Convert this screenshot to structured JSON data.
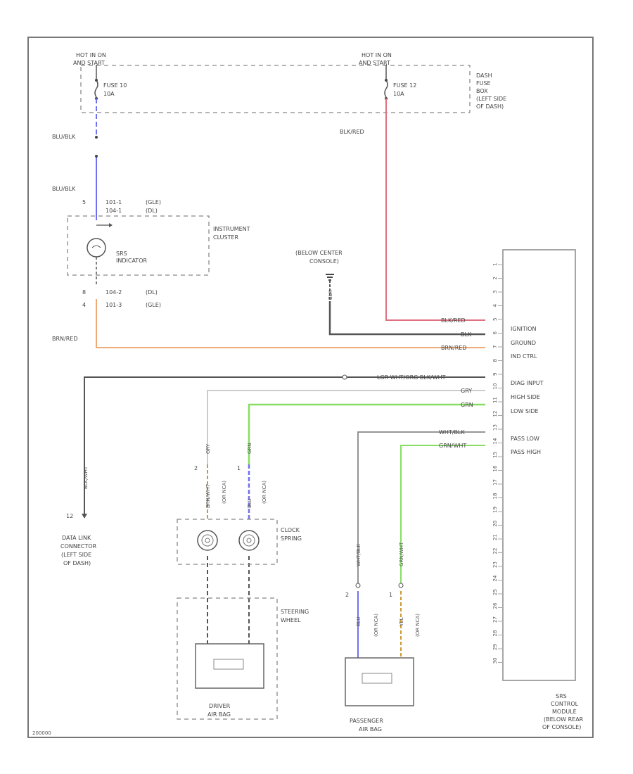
{
  "fuse_box": {
    "left_header_1": "HOT IN ON",
    "left_header_2": "AND START",
    "right_header_1": "HOT IN ON",
    "right_header_2": "AND START",
    "fuse_left_label": "FUSE 10",
    "fuse_left_amps": "10A",
    "fuse_right_label": "FUSE 12",
    "fuse_right_amps": "10A",
    "box_label": [
      "DASH",
      "FUSE",
      "BOX",
      "(LEFT SIDE",
      "OF DASH)"
    ]
  },
  "wires": {
    "blu_blk_1": "BLU/BLK",
    "blu_blk_2": "BLU/BLK",
    "blk_red": "BLK/RED",
    "brn_red": "BRN/RED"
  },
  "instrument_cluster": {
    "pin_top_1_num": "5",
    "pin_top_1_conn": "101-1",
    "pin_top_1_note": "(GLE)",
    "pin_top_2_conn": "104-1",
    "pin_top_2_note": "(DL)",
    "indicator_line1": "SRS",
    "indicator_line2": "INDICATOR",
    "label_line1": "INSTRUMENT",
    "label_line2": "CLUSTER",
    "pin_bot_1_num": "8",
    "pin_bot_1_conn": "104-2",
    "pin_bot_1_note": "(DL)",
    "pin_bot_2_num": "4",
    "pin_bot_2_conn": "101-3",
    "pin_bot_2_note": "(GLE)"
  },
  "ground": {
    "line1": "(BELOW CENTER",
    "line2": "CONSOLE)",
    "wire": "BLK"
  },
  "srs_module": {
    "pins": [
      "1",
      "2",
      "3",
      "4",
      "5",
      "6",
      "7",
      "8",
      "9",
      "10",
      "11",
      "12",
      "13",
      "14",
      "15",
      "16",
      "17",
      "18",
      "19",
      "20",
      "21",
      "22",
      "23",
      "24",
      "25",
      "26",
      "27",
      "28",
      "29",
      "30"
    ],
    "functions": [
      "IGNITION",
      "GROUND",
      "IND CTRL",
      "DIAG INPUT",
      "HIGH SIDE",
      "LOW SIDE",
      "PASS LOW",
      "PASS HIGH"
    ],
    "wire_labels": [
      "BLK/RED",
      "BLK",
      "BRN/RED",
      "LGR WHT/ORG BLK/WHT",
      "GRY",
      "GRN",
      "WHT/BLK",
      "GRN/WHT"
    ],
    "label": [
      "SRS",
      "CONTROL",
      "MODULE",
      "(BELOW REAR",
      "OF CONSOLE)"
    ]
  },
  "data_link": {
    "pin": "12",
    "wire": "BLK/WHT",
    "label": [
      "DATA LINK",
      "CONNECTOR",
      "(LEFT SIDE",
      "OF DASH)"
    ]
  },
  "clock_spring": {
    "label_line1": "CLOCK",
    "label_line2": "SPRING",
    "pin_left": "2",
    "pin_right": "1",
    "wire_left_top": "GRY",
    "wire_right_top": "GRN",
    "wire_left_mid": "BRN/WHT",
    "wire_right_mid": "BLU",
    "note_left": "(OR NCA)",
    "note_right": "(OR NCA)"
  },
  "steering_wheel": {
    "label_line1": "STEERING",
    "label_line2": "WHEEL"
  },
  "driver_airbag": {
    "label_line1": "DRIVER",
    "label_line2": "AIR BAG"
  },
  "passenger_airbag": {
    "label_line1": "PASSENGER",
    "label_line2": "AIR BAG",
    "pin_left": "2",
    "pin_right": "1",
    "wire_left": "WHT/BLK",
    "wire_right": "GRN/WHT",
    "wire_left_low": "BLU",
    "wire_right_low": "YEL",
    "note": "(OR NCA)"
  },
  "footer_id": "200000",
  "colors": {
    "blu": "#7070ee",
    "red": "#e07080",
    "orange": "#eeaa77",
    "green": "#88dd66",
    "black": "#555555",
    "gray": "#cccccc"
  }
}
